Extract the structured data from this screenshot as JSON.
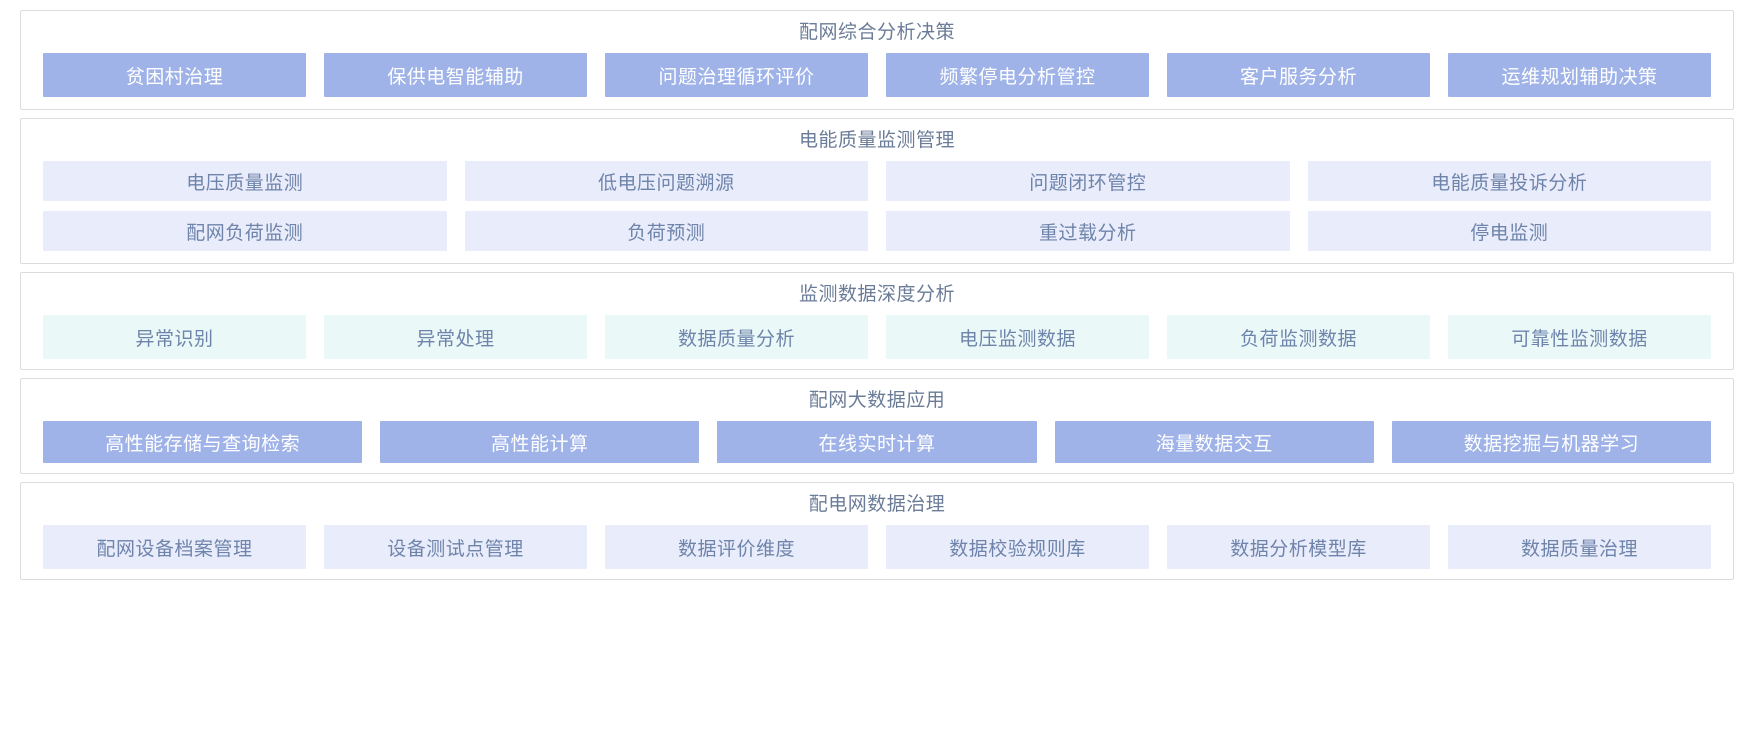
{
  "page": {
    "background": "#ffffff",
    "colors": {
      "tile_blue_bg": "#9fb3e8",
      "tile_blue_text": "#ffffff",
      "tile_lavender_bg": "#e8ecfb",
      "tile_mint_bg": "#eaf8f8",
      "tile_muted_text": "#6f84ab",
      "section_title_text": "#6b7c98",
      "section_border": "#dcdcdc"
    }
  },
  "sections": [
    {
      "title": "配网综合分析决策",
      "style": "blue",
      "rows": [
        [
          {
            "label": "贫困村治理"
          },
          {
            "label": "保供电智能辅助"
          },
          {
            "label": "问题治理循环评价"
          },
          {
            "label": "频繁停电分析管控"
          },
          {
            "label": "客户服务分析"
          },
          {
            "label": "运维规划辅助决策"
          }
        ]
      ]
    },
    {
      "title": "电能质量监测管理",
      "style": "lavender",
      "rows": [
        [
          {
            "label": "电压质量监测"
          },
          {
            "label": "低电压问题溯源"
          },
          {
            "label": "问题闭环管控"
          },
          {
            "label": "电能质量投诉分析"
          }
        ],
        [
          {
            "label": "配网负荷监测"
          },
          {
            "label": "负荷预测"
          },
          {
            "label": "重过载分析"
          },
          {
            "label": "停电监测"
          }
        ]
      ]
    },
    {
      "title": "监测数据深度分析",
      "style": "mint",
      "rows": [
        [
          {
            "label": "异常识别"
          },
          {
            "label": "异常处理"
          },
          {
            "label": "数据质量分析"
          },
          {
            "label": "电压监测数据"
          },
          {
            "label": "负荷监测数据"
          },
          {
            "label": "可靠性监测数据"
          }
        ]
      ]
    },
    {
      "title": "配网大数据应用",
      "style": "blue",
      "rows": [
        [
          {
            "label": "高性能存储与查询检索"
          },
          {
            "label": "高性能计算"
          },
          {
            "label": "在线实时计算"
          },
          {
            "label": "海量数据交互"
          },
          {
            "label": "数据挖掘与机器学习"
          }
        ]
      ]
    },
    {
      "title": "配电网数据治理",
      "style": "lavender",
      "rows": [
        [
          {
            "label": "配网设备档案管理"
          },
          {
            "label": "设备测试点管理"
          },
          {
            "label": "数据评价维度"
          },
          {
            "label": "数据校验规则库"
          },
          {
            "label": "数据分析模型库"
          },
          {
            "label": "数据质量治理"
          }
        ]
      ]
    }
  ]
}
